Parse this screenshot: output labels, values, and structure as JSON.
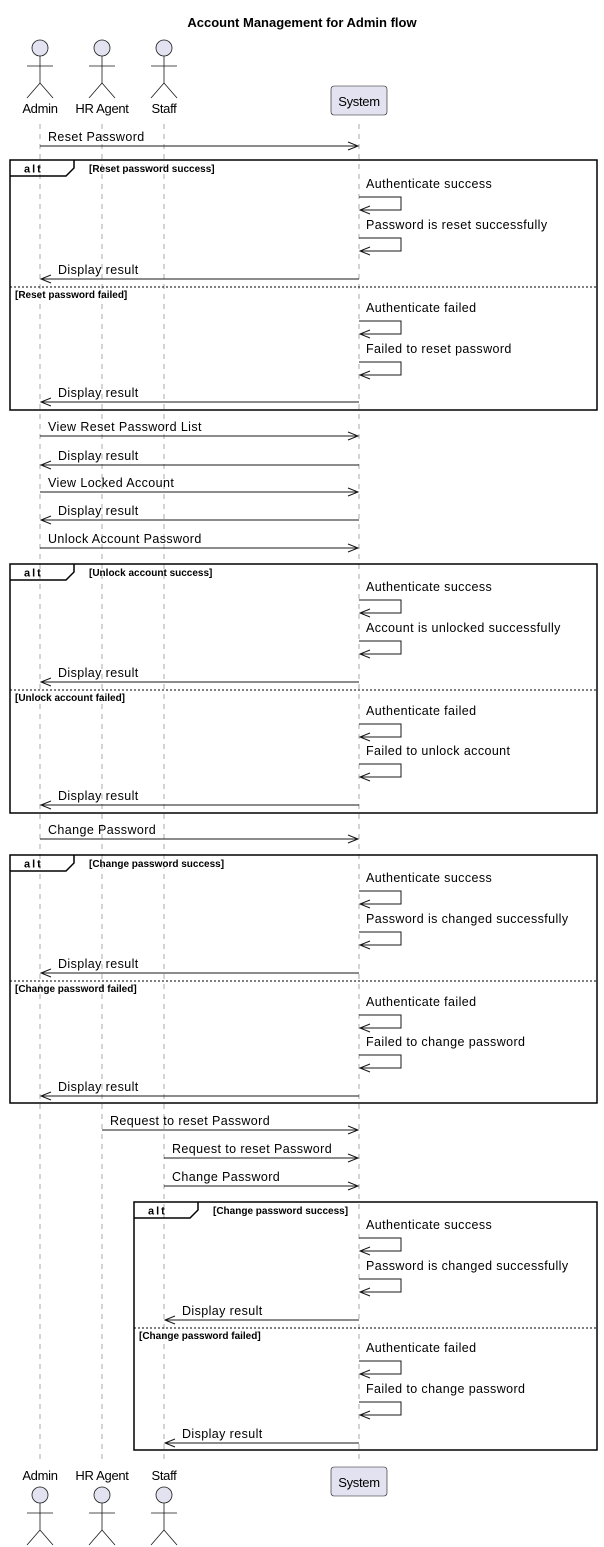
{
  "title": "Account Management for Admin flow",
  "participants": [
    {
      "id": "admin",
      "name": "Admin",
      "kind": "actor"
    },
    {
      "id": "hr",
      "name": "HR Agent",
      "kind": "actor"
    },
    {
      "id": "staff",
      "name": "Staff",
      "kind": "actor"
    },
    {
      "id": "system",
      "name": "System",
      "kind": "participant"
    }
  ],
  "alt_keyword": "alt",
  "colors": {
    "participant_fill": "#e2e2f0",
    "lifeline": "#a8a8a8",
    "line": "#181818"
  },
  "messages": [
    {
      "from": "admin",
      "to": "system",
      "label": "Reset Password"
    },
    {
      "from": "system",
      "to": "system",
      "label": "Authenticate success"
    },
    {
      "from": "system",
      "to": "system",
      "label": "Password is reset successfully"
    },
    {
      "from": "system",
      "to": "admin",
      "label": "Display result"
    },
    {
      "from": "system",
      "to": "system",
      "label": "Authenticate failed"
    },
    {
      "from": "system",
      "to": "system",
      "label": "Failed to reset password"
    },
    {
      "from": "system",
      "to": "admin",
      "label": "Display result"
    },
    {
      "from": "admin",
      "to": "system",
      "label": "View Reset Password List"
    },
    {
      "from": "system",
      "to": "admin",
      "label": "Display result"
    },
    {
      "from": "admin",
      "to": "system",
      "label": "View Locked Account"
    },
    {
      "from": "system",
      "to": "admin",
      "label": "Display result"
    },
    {
      "from": "admin",
      "to": "system",
      "label": "Unlock Account Password"
    },
    {
      "from": "system",
      "to": "system",
      "label": "Authenticate success"
    },
    {
      "from": "system",
      "to": "system",
      "label": "Account is unlocked successfully"
    },
    {
      "from": "system",
      "to": "admin",
      "label": "Display result"
    },
    {
      "from": "system",
      "to": "system",
      "label": "Authenticate failed"
    },
    {
      "from": "system",
      "to": "system",
      "label": "Failed to unlock account"
    },
    {
      "from": "system",
      "to": "admin",
      "label": "Display result"
    },
    {
      "from": "admin",
      "to": "system",
      "label": "Change Password"
    },
    {
      "from": "system",
      "to": "system",
      "label": "Authenticate success"
    },
    {
      "from": "system",
      "to": "system",
      "label": "Password is changed successfully"
    },
    {
      "from": "system",
      "to": "admin",
      "label": "Display result"
    },
    {
      "from": "system",
      "to": "system",
      "label": "Authenticate failed"
    },
    {
      "from": "system",
      "to": "system",
      "label": "Failed to change password"
    },
    {
      "from": "system",
      "to": "admin",
      "label": "Display result"
    },
    {
      "from": "hr",
      "to": "system",
      "label": "Request to reset Password"
    },
    {
      "from": "staff",
      "to": "system",
      "label": "Request to reset Password"
    },
    {
      "from": "staff",
      "to": "system",
      "label": "Change Password"
    },
    {
      "from": "system",
      "to": "system",
      "label": "Authenticate success"
    },
    {
      "from": "system",
      "to": "system",
      "label": "Password is changed successfully"
    },
    {
      "from": "system",
      "to": "staff",
      "label": "Display result"
    },
    {
      "from": "system",
      "to": "system",
      "label": "Authenticate failed"
    },
    {
      "from": "system",
      "to": "system",
      "label": "Failed to change password"
    },
    {
      "from": "system",
      "to": "staff",
      "label": "Display result"
    }
  ],
  "fragments": [
    {
      "first": 1,
      "last": 6,
      "split_before": 4,
      "guard1": "[Reset password success]",
      "guard2": "[Reset password failed]"
    },
    {
      "first": 12,
      "last": 17,
      "split_before": 15,
      "guard1": "[Unlock account success]",
      "guard2": "[Unlock account failed]"
    },
    {
      "first": 19,
      "last": 24,
      "split_before": 22,
      "guard1": "[Change password success]",
      "guard2": "[Change password failed]"
    },
    {
      "first": 28,
      "last": 33,
      "split_before": 31,
      "guard1": "[Change password success]",
      "guard2": "[Change password failed]"
    }
  ]
}
